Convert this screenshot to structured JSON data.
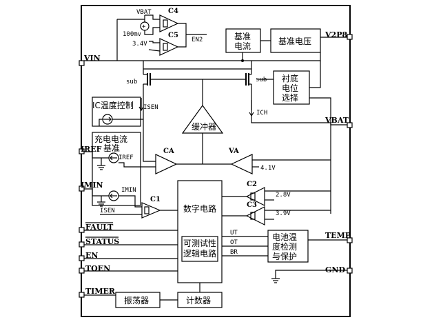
{
  "pins": {
    "vin": "VIN",
    "v2p8": "V2P8",
    "vbat": "VBAT",
    "iref": "IREF",
    "imin": "IMIN",
    "fault": "FAULT",
    "status": "STATUS",
    "en": "EN",
    "toen": "TOEN",
    "timer": "TIMER",
    "temp": "TEMP",
    "gnd": "GND"
  },
  "blocks": {
    "ref_current": [
      "基准",
      "电流"
    ],
    "ref_voltage": "基准电压",
    "substrate": [
      "衬底",
      "电位",
      "选择"
    ],
    "ic_temp": "IC温度控制",
    "charge_ref": [
      "充电电流",
      "基准"
    ],
    "buffer": "缓冲器",
    "digital": "数字电路",
    "test_logic": [
      "可测试性",
      "逻辑电路"
    ],
    "battery_temp": [
      "电池温",
      "度检测",
      "与保护"
    ],
    "oscillator": "振荡器",
    "counter": "计数器"
  },
  "amplifiers": {
    "c4": "C4",
    "c5": "C5",
    "ca": "CA",
    "va": "VA",
    "c1": "C1",
    "c2": "C2",
    "c3": "C3"
  },
  "signals": {
    "vbat_in": "VBAT",
    "offset": "100mv",
    "v34": "3.4V",
    "en2": "EN2",
    "sub_left": "sub",
    "sub_right": "sub",
    "isen": "ISEN",
    "ich": "ICH",
    "iref_src": "IREF",
    "imin_src": "IMIN",
    "isen_in": "ISEN",
    "v41": "4.1V",
    "v28": "2.8V",
    "v39": "3.9V",
    "ut": "UT",
    "ot": "OT",
    "br": "BR"
  }
}
